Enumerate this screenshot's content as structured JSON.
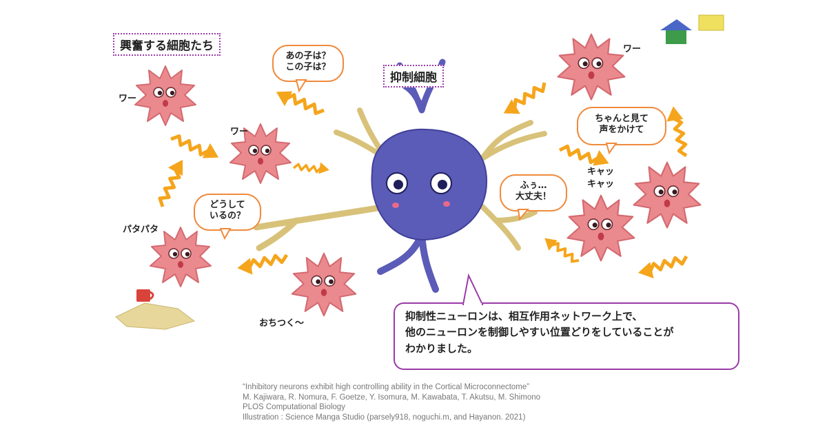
{
  "labels": {
    "excited_cells_title": "興奮する細胞たち",
    "inhibitory_cell_title": "抑制細胞",
    "wa_1": "ワー",
    "wa_2": "ワー",
    "wa_3": "ワー",
    "patapata": "パタパタ",
    "kyakkya_1": "キャッ",
    "kyakkya_2": "キャッ",
    "ochitsuku": "おちつく～"
  },
  "bubbles": {
    "anoko_1": "あの子は？",
    "anoko_2": "この子は？",
    "doshite_1": "どうして",
    "doshite_2": "いるの？",
    "chanto_1": "ちゃんと見て",
    "chanto_2": "声をかけて",
    "fu_1": "ふぅ…",
    "fu_2": "大丈夫！"
  },
  "caption": {
    "line1": "抑制性ニューロンは、相互作用ネットワーク上で、",
    "line2": "他のニューロンを制御しやすい位置どりをしていることが",
    "line3": "わかりました。"
  },
  "credits": {
    "title": "“Inhibitory neurons exhibit high controlling ability in the Cortical Microconnectome”",
    "authors": "M. Kajiwara, R. Nomura, F. Goetze, Y. Isomura, M. Kawabata, T. Akutsu, M. Shimono",
    "journal": "PLOS Computational Biology",
    "illustration": "Illustration : Science Manga Studio (parsely918, noguchi.m, and Hayanon. 2021)"
  },
  "colors": {
    "neuron_body": "#5b5bb8",
    "dendrite_tip": "#d8c27a",
    "excited_cell": "#ea8a8e",
    "arrow": "#f5a51c",
    "bubble_orange": "#f08a3c",
    "bubble_purple": "#9a3aa8"
  }
}
